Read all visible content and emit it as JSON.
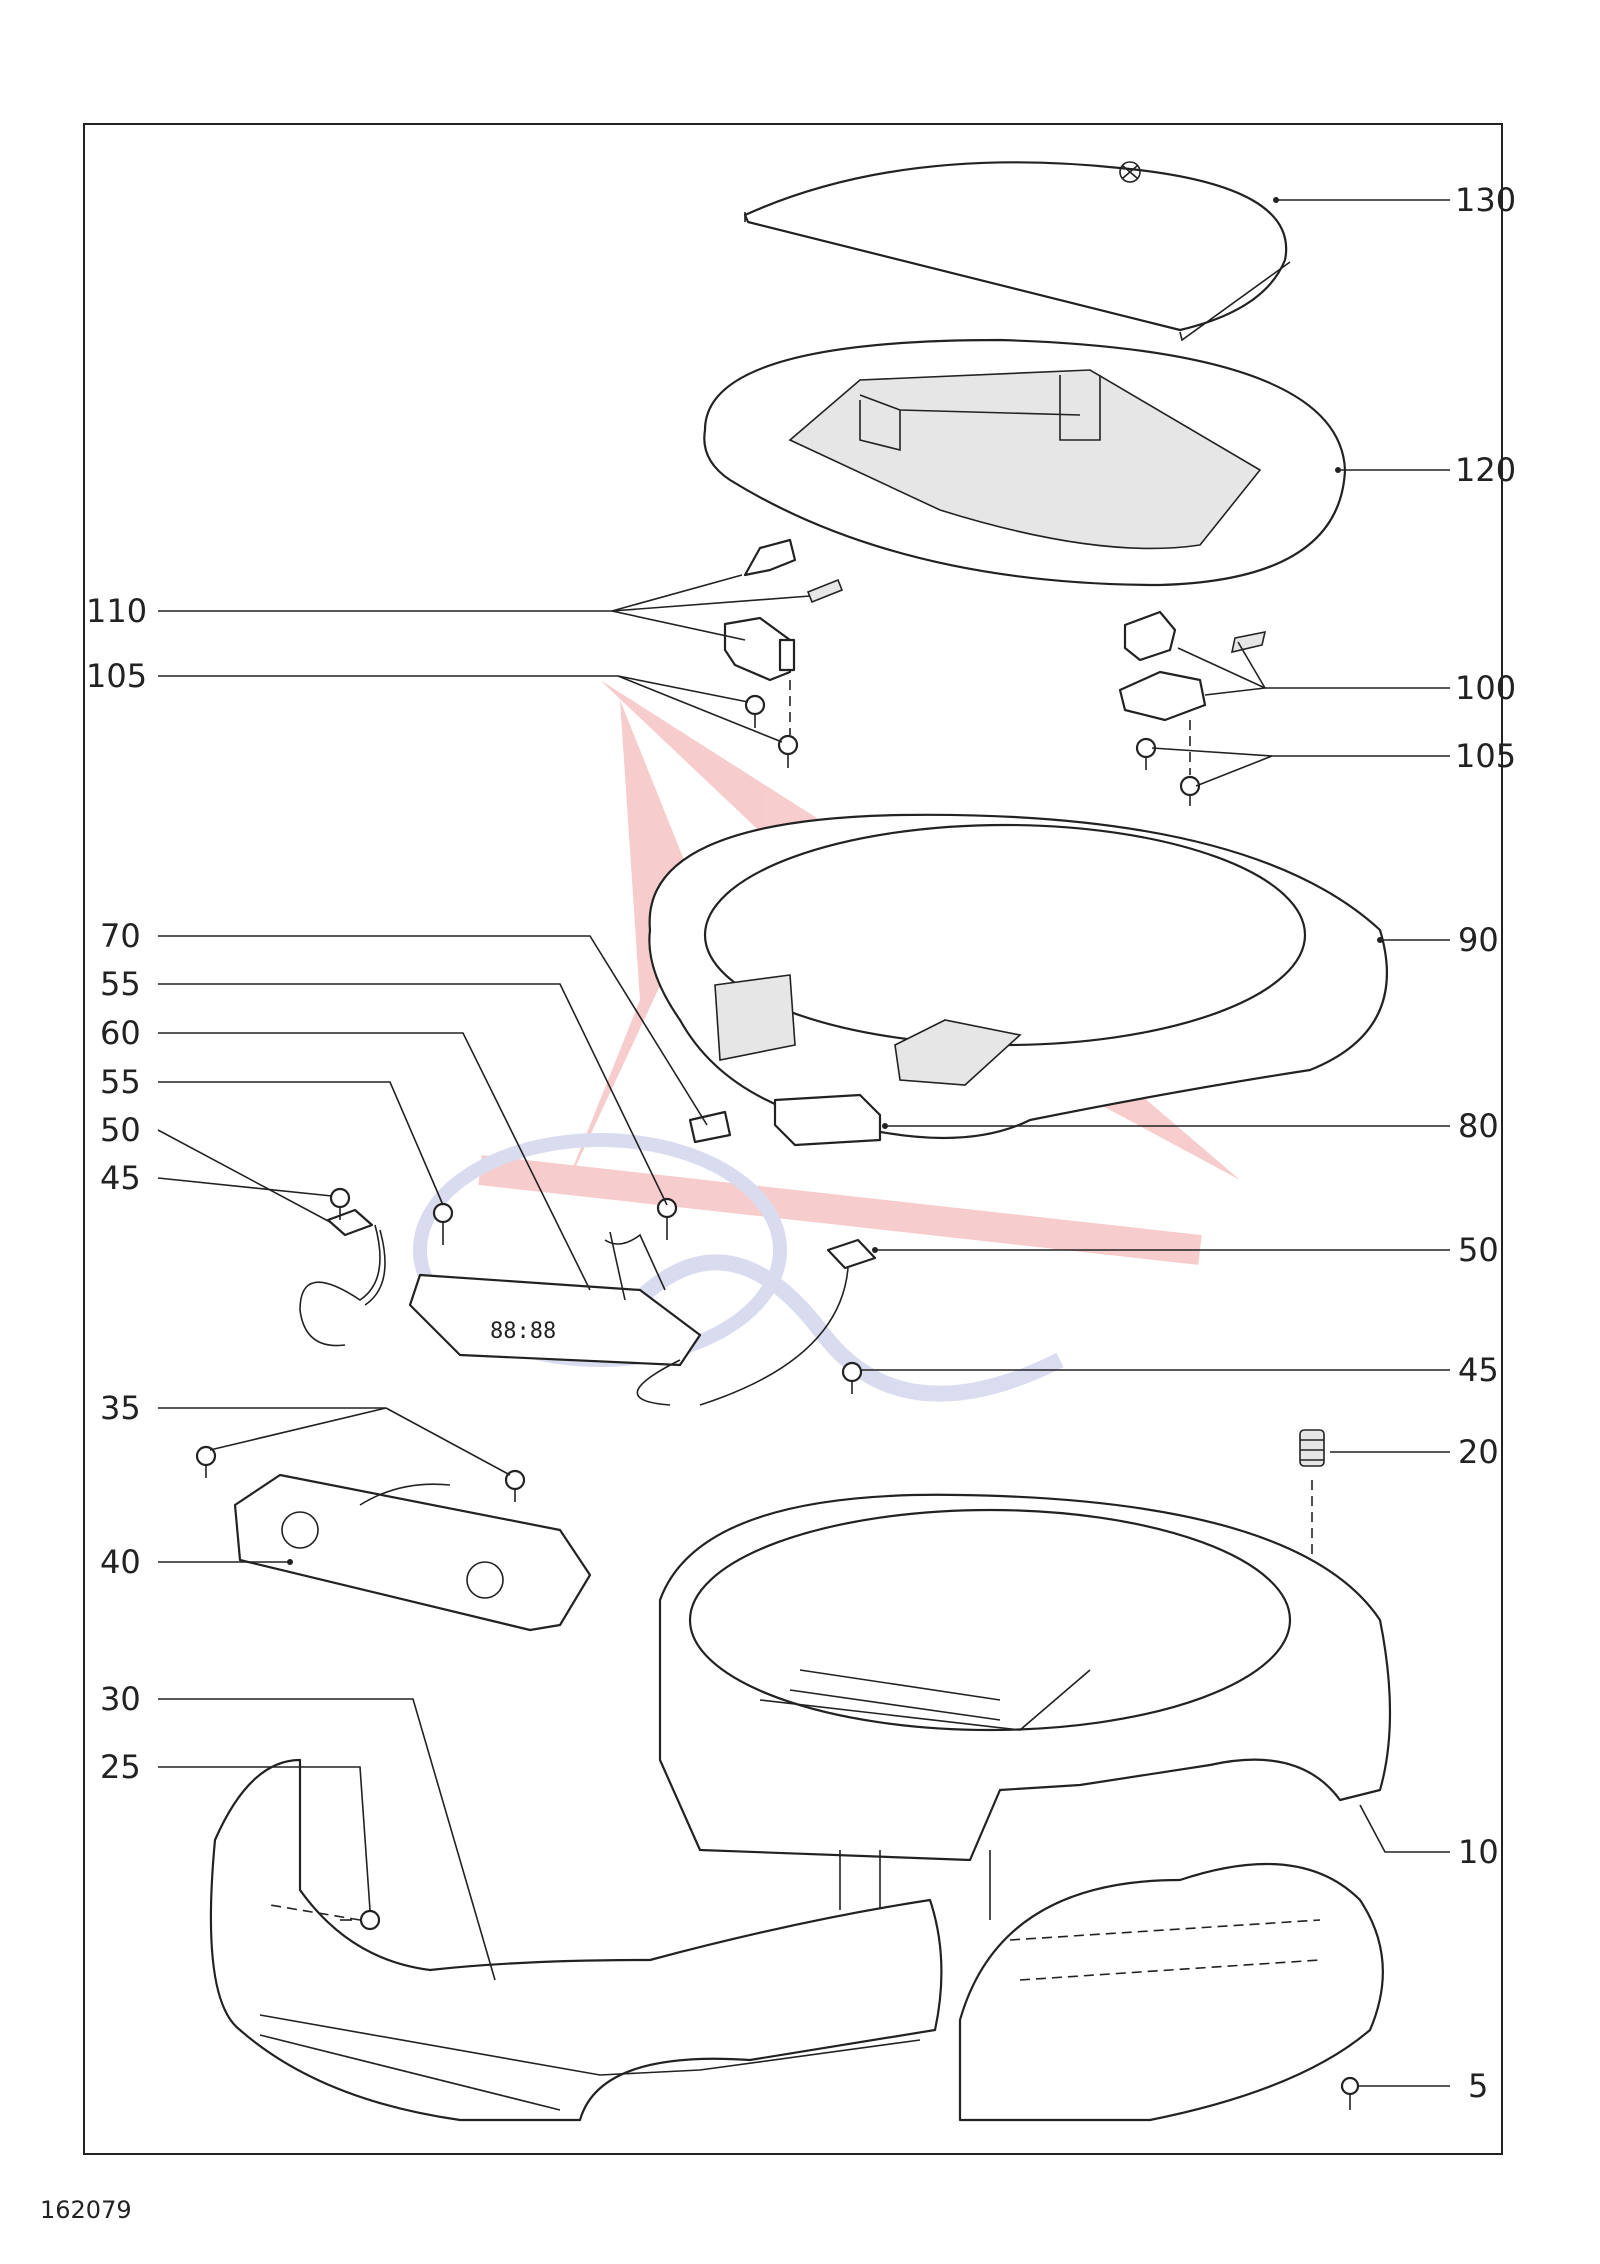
{
  "document": {
    "number": "162079"
  },
  "callouts": {
    "c130": "130",
    "c120": "120",
    "c110": "110",
    "c105_left": "105",
    "c100": "100",
    "c105_right": "105",
    "c90": "90",
    "c70": "70",
    "c55_a": "55",
    "c60": "60",
    "c55_b": "55",
    "c50_left": "50",
    "c45_left": "45",
    "c80": "80",
    "c50_right": "50",
    "c45_right": "45",
    "c35": "35",
    "c20": "20",
    "c40": "40",
    "c30": "30",
    "c25": "25",
    "c10": "10",
    "c5": "5"
  },
  "display_digits": "88:88"
}
